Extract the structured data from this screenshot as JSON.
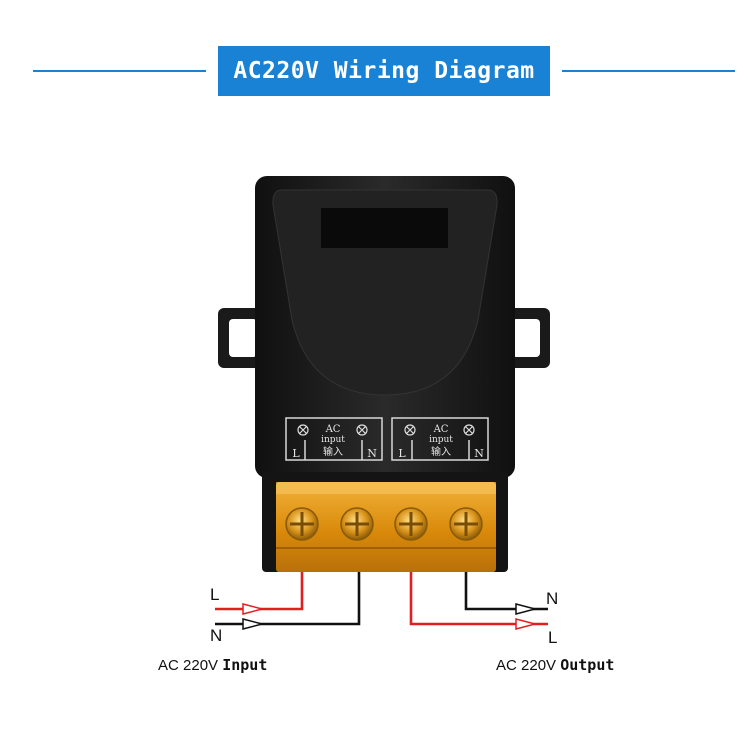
{
  "title": "AC220V Wiring Diagram",
  "colors": {
    "accent": "#1a82d4",
    "live_wire": "#e02020",
    "neutral_wire": "#111111",
    "terminal_block": "#e89a10",
    "module_body": "#1b1b1b"
  },
  "module": {
    "left_label": {
      "L": "L",
      "ac": "AC",
      "input": "input",
      "cn": "输入",
      "N": "N"
    },
    "right_label": {
      "L": "L",
      "ac": "AC",
      "input": "input",
      "cn": "输入",
      "N": "N"
    }
  },
  "input": {
    "live_label": "L",
    "neutral_label": "N",
    "caption_prefix": "AC 220V",
    "caption_suffix": "Input"
  },
  "output": {
    "neutral_label": "N",
    "live_label": "L",
    "caption_prefix": "AC 220V",
    "caption_suffix": "Output"
  }
}
